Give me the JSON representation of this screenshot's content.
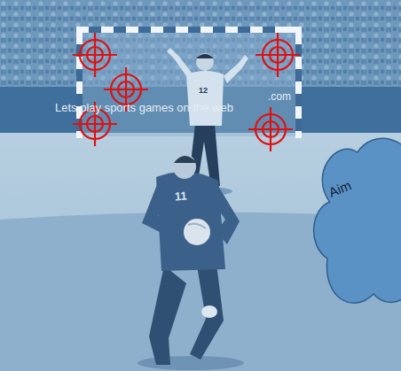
{
  "diagram": {
    "nodes": [
      {
        "text": [
          "Aim"
        ]
      }
    ],
    "labels": [
      "12",
      "11",
      ".com",
      "Lets play sports games on the web"
    ]
  }
}
